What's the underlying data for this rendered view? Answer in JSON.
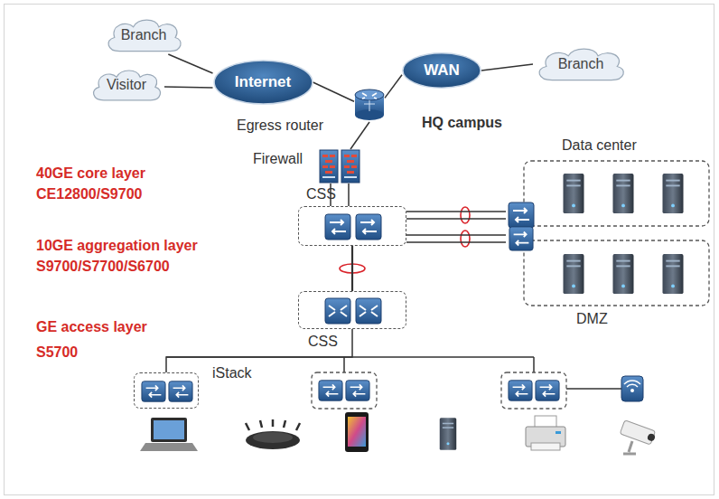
{
  "diagram": {
    "nodes": [
      {
        "text": [
          "Branch"
        ]
      },
      {
        "text": [
          "Visitor"
        ]
      },
      {
        "text": [
          "Internet"
        ]
      },
      {
        "text": [
          "WAN"
        ]
      },
      {
        "text": [
          "Branch"
        ]
      },
      {
        "text": [
          "Egress router"
        ]
      },
      {
        "text": [
          "Firewall"
        ]
      },
      {
        "text": [
          "CSS"
        ]
      },
      {
        "text": [
          "Data center"
        ]
      },
      {
        "text": [
          "DMZ"
        ]
      },
      {
        "text": [
          "CSS"
        ]
      },
      {
        "text": [
          "iStack"
        ]
      }
    ],
    "edges": [
      {
        "from": 0,
        "to": 2,
        "arrow": "none"
      },
      {
        "from": 1,
        "to": 2,
        "arrow": "none"
      },
      {
        "from": 2,
        "to": 5,
        "arrow": "none"
      },
      {
        "from": 3,
        "to": 5,
        "arrow": "none"
      },
      {
        "from": 3,
        "to": 4,
        "arrow": "none"
      },
      {
        "from": 5,
        "to": 6,
        "arrow": "none"
      },
      {
        "from": 6,
        "to": 7,
        "arrow": "none"
      },
      {
        "from": 7,
        "to": 8,
        "arrow": "none"
      },
      {
        "from": 7,
        "to": 9,
        "arrow": "none"
      },
      {
        "from": 7,
        "to": 10,
        "arrow": "none"
      },
      {
        "from": 10,
        "to": 11,
        "arrow": "none"
      }
    ],
    "labels": [
      "40GE core layer",
      "CE12800/S9700",
      "10GE aggregation layer",
      "S9700/S7700/S6700",
      "GE access layer",
      "S5700",
      "HQ campus"
    ]
  }
}
